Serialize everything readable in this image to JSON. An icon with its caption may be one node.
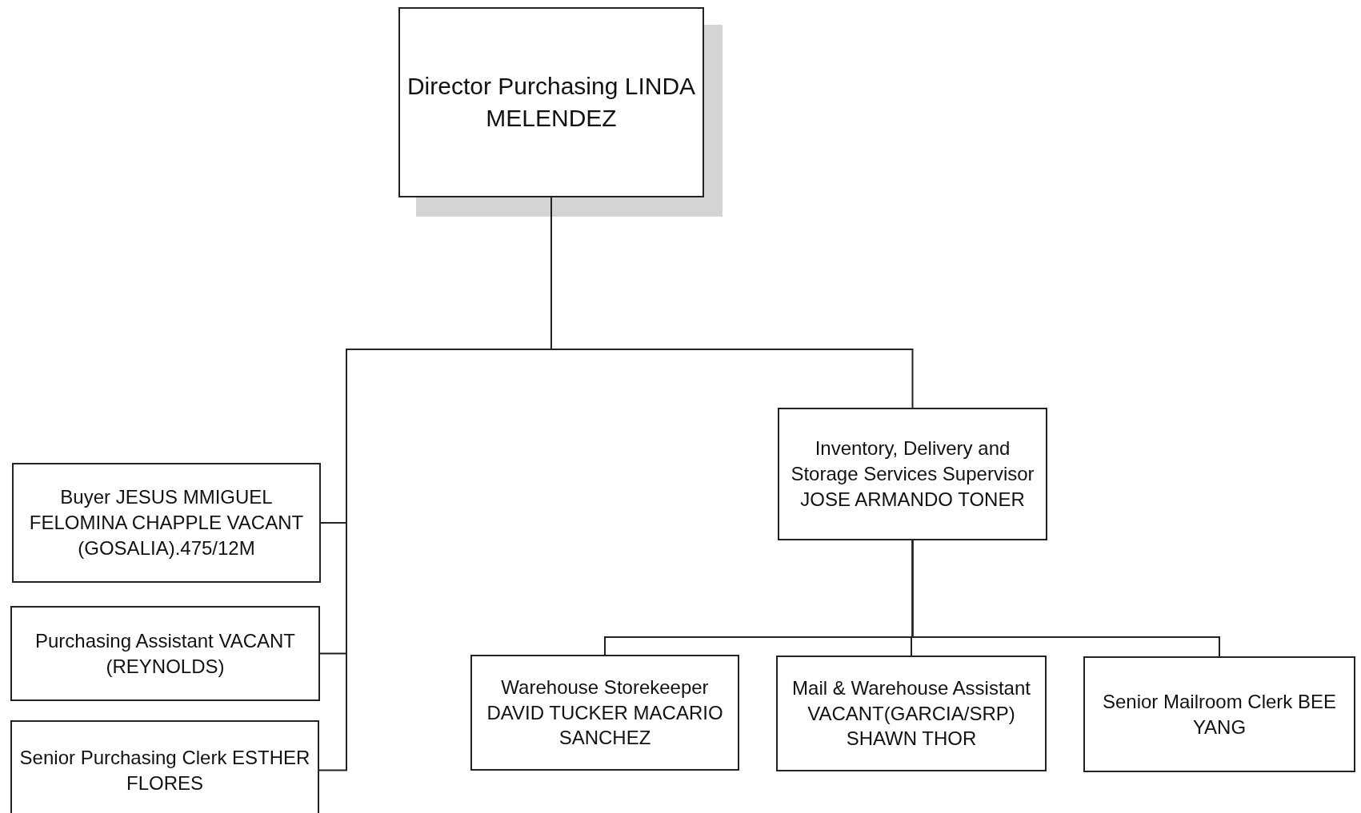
{
  "diagram": {
    "nodes": [
      {
        "text": [
          "Director Purchasing LINDA MELENDEZ"
        ]
      },
      {
        "text": [
          "Buyer JESUS MMIGUEL FELOMINA CHAPPLE VACANT (GOSALIA).475/12M"
        ]
      },
      {
        "text": [
          "Purchasing Assistant VACANT (REYNOLDS)"
        ]
      },
      {
        "text": [
          "Senior Purchasing Clerk ESTHER FLORES"
        ]
      },
      {
        "text": [
          "Inventory, Delivery and Storage Services Supervisor JOSE ARMANDO TONER"
        ]
      },
      {
        "text": [
          "Warehouse Storekeeper DAVID TUCKER MACARIO SANCHEZ"
        ]
      },
      {
        "text": [
          "Mail & Warehouse Assistant VACANT(GARCIA/SRP) SHAWN THOR"
        ]
      },
      {
        "text": [
          "Senior Mailroom Clerk BEE YANG"
        ]
      }
    ],
    "edges": [
      {
        "from": 0,
        "to": 1,
        "arrow": "none"
      },
      {
        "from": 0,
        "to": 2,
        "arrow": "none"
      },
      {
        "from": 0,
        "to": 3,
        "arrow": "none"
      },
      {
        "from": 0,
        "to": 4,
        "arrow": "none"
      },
      {
        "from": 4,
        "to": 5,
        "arrow": "none"
      },
      {
        "from": 4,
        "to": 6,
        "arrow": "none"
      },
      {
        "from": 4,
        "to": 7,
        "arrow": "none"
      }
    ]
  }
}
